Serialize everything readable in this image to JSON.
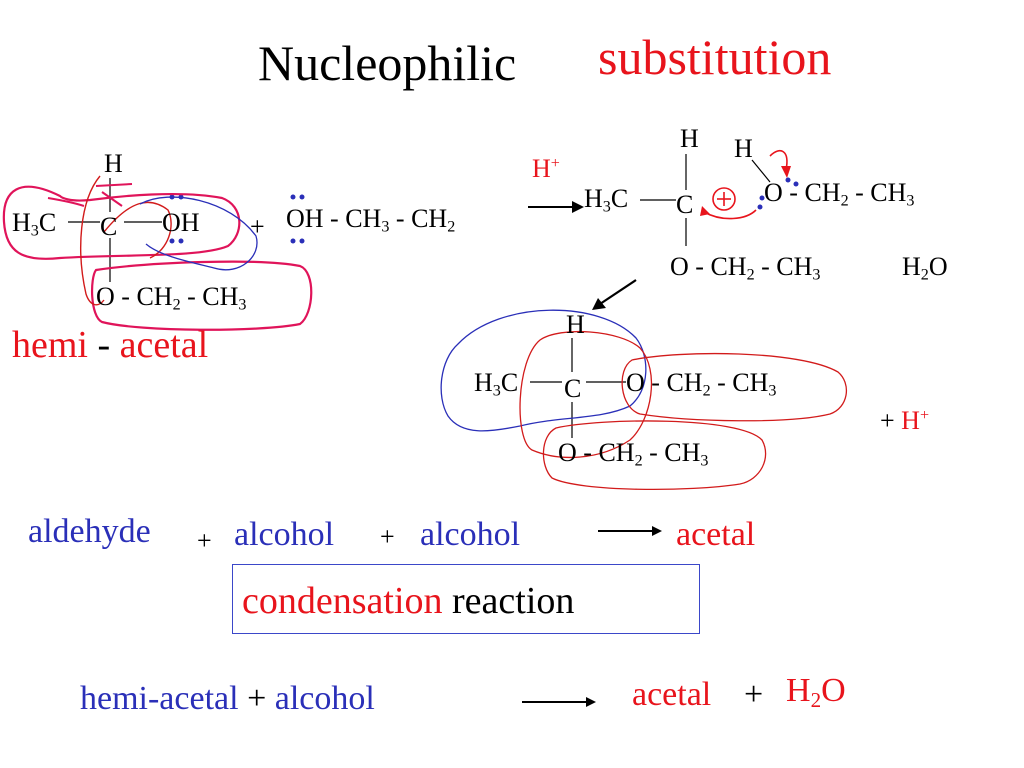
{
  "title": {
    "part1": "Nucleophilic",
    "part2": "substitution"
  },
  "labels": {
    "H": "H",
    "H3": "H",
    "C": "C",
    "O": "O",
    "OH": "OH",
    "CH": "CH",
    "sub2": "2",
    "sub3": "3",
    "plus": "+",
    "dash": " - ",
    "ethoxy_tail": " - CH",
    "oh_text": "OH - CH",
    "h2o_H": "H",
    "h2o_O": "O"
  },
  "hemi_acetal": {
    "hemi": "hemi",
    "dash": "-",
    "acetal": "acetal"
  },
  "summary": {
    "aldehyde": "aldehyde",
    "plus": "+",
    "alcohol": "alcohol",
    "acetal": "acetal",
    "condensation": "condensation",
    "reaction": "reaction",
    "hemi_acetal": "hemi-acetal",
    "h2o_H": "H",
    "h2o_sub": "2",
    "h2o_O": "O"
  },
  "colors": {
    "red": "#e8141c",
    "blue": "#2a2fb8",
    "pink": "#e0145a",
    "box": "#3b47c9"
  }
}
